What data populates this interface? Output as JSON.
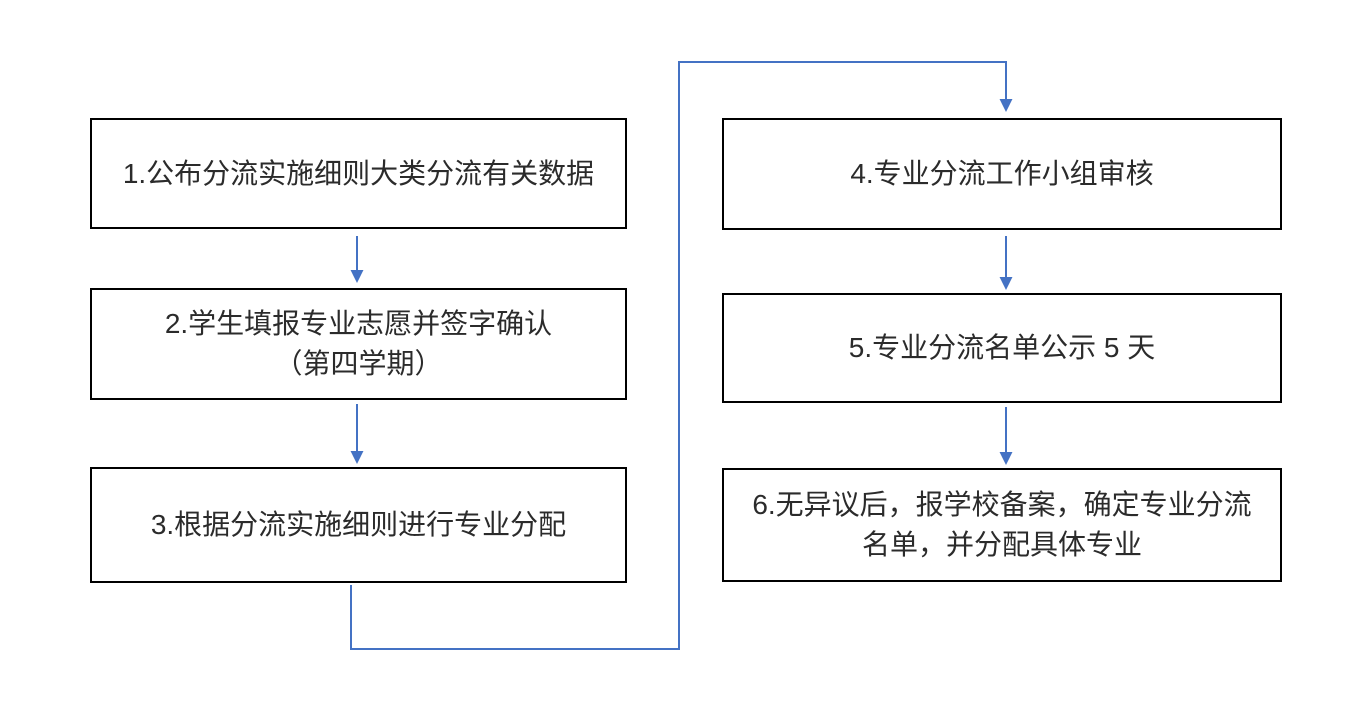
{
  "flowchart": {
    "steps": [
      {
        "id": 1,
        "label": "1.公布分流实施细则大类分流有关数据"
      },
      {
        "id": 2,
        "label": "2.学生填报专业志愿并签字确认\n（第四学期）"
      },
      {
        "id": 3,
        "label": "3.根据分流实施细则进行专业分配"
      },
      {
        "id": 4,
        "label": "4.专业分流工作小组审核"
      },
      {
        "id": 5,
        "label": "5.专业分流名单公示 5 天"
      },
      {
        "id": 6,
        "label": "6.无异议后，报学校备案，确定专业分流\n名单，并分配具体专业"
      }
    ],
    "connections": [
      {
        "from": 1,
        "to": 2
      },
      {
        "from": 2,
        "to": 3
      },
      {
        "from": 3,
        "to": 4
      },
      {
        "from": 4,
        "to": 5
      },
      {
        "from": 5,
        "to": 6
      }
    ],
    "colors": {
      "arrow": "#4472C4",
      "box_border": "#000000",
      "box_fill": "#FFFFFF",
      "background": "#FFFFFF"
    }
  }
}
